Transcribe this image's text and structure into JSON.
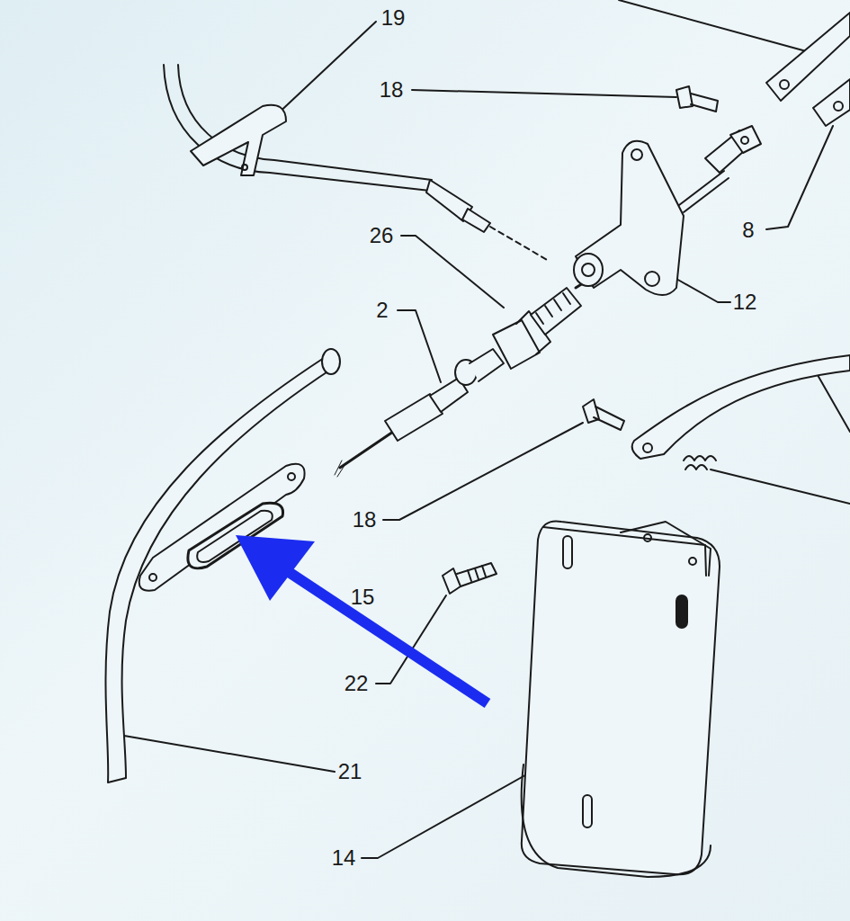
{
  "diagram": {
    "labels": [
      "19",
      "18",
      "26",
      "2",
      "8",
      "12",
      "18",
      "15",
      "22",
      "21",
      "14"
    ]
  }
}
